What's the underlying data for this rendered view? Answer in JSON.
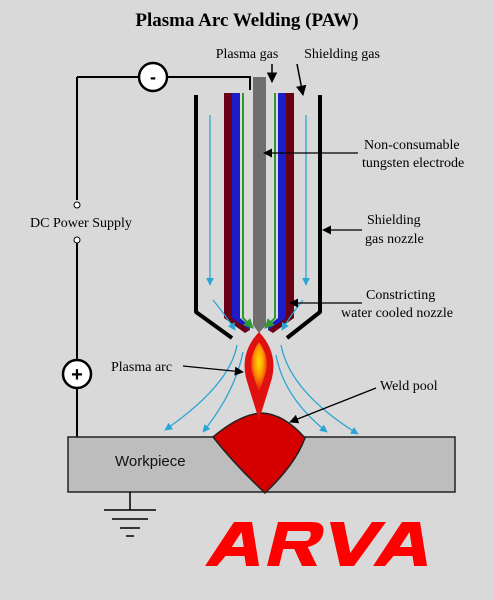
{
  "title": "Plasma Arc Welding (PAW)",
  "labels": {
    "plasma_gas": "Plasma gas",
    "shielding_gas": "Shielding gas",
    "electrode_line1": "Non-consumable",
    "electrode_line2": "tungsten electrode",
    "shield_nozzle_line1": "Shielding",
    "shield_nozzle_line2": "gas nozzle",
    "constricting_line1": "Constricting",
    "constricting_line2": "water cooled nozzle",
    "power_supply": "DC Power Supply",
    "plasma_arc": "Plasma arc",
    "weld_pool": "Weld pool",
    "workpiece": "Workpiece"
  },
  "polarity": {
    "negative": "-",
    "positive": "+"
  },
  "logo": {
    "text": "ARVA",
    "color": "#ff0000"
  },
  "colors": {
    "background": "#d9d9d9",
    "workpiece": "#bdbdbd",
    "electrode": "#6e6e6e",
    "blue_wall": "#1c1cc8",
    "maroon_wall": "#6a0016",
    "green_line": "#2f9a2f",
    "gas_flow": "#2aa6d6",
    "weld_pool": "#d40000",
    "arc_outer": "#e01010",
    "arc_inner": "#ffb000"
  },
  "icons": [
    "ground-icon",
    "minus-terminal-icon",
    "plus-terminal-icon"
  ]
}
